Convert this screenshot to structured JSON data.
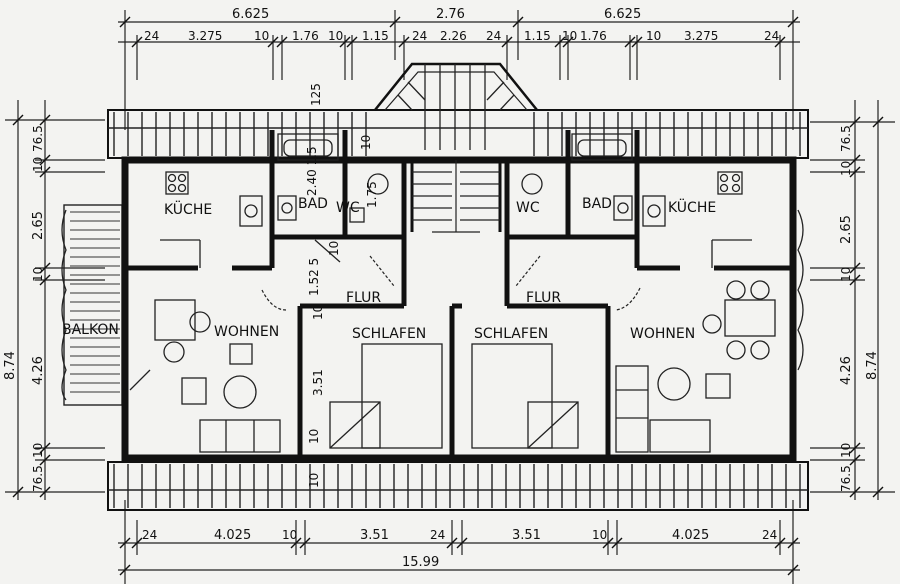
{
  "rooms": {
    "kueche_left": "KÜCHE",
    "bad_left": "BAD",
    "wc_left": "WC",
    "wc_right": "WC",
    "bad_right": "BAD",
    "kueche_right": "KÜCHE",
    "balkon": "BALKON",
    "wohnen_left": "WOHNEN",
    "flur_left": "FLUR",
    "flur_right": "FLUR",
    "schlafen_left": "SCHLAFEN",
    "schlafen_right": "SCHLAFEN",
    "wohnen_right": "WOHNEN"
  },
  "dims_top": {
    "row1": [
      "6.625",
      "2.76",
      "6.625"
    ],
    "row2": [
      "24",
      "3.275",
      "10",
      "1.76",
      "10",
      "1.15",
      "24",
      "2.26",
      "24",
      "1.15",
      "10",
      "1.76",
      "10",
      "3.275",
      "24"
    ]
  },
  "dims_bottom": {
    "row1": [
      "24",
      "4.025",
      "10",
      "3.51",
      "24",
      "3.51",
      "10",
      "4.025",
      "24"
    ],
    "total": "15.99"
  },
  "dims_left": {
    "total": "8.74",
    "segments": [
      "76.5",
      "10",
      "2.65",
      "10",
      "4.26",
      "10",
      "76.5"
    ]
  },
  "dims_right": {
    "total": "8.74",
    "segments": [
      "76.5",
      "10",
      "2.65",
      "10",
      "4.26",
      "10",
      "76.5"
    ]
  },
  "dims_inner": {
    "dormer": "125",
    "bad_height": "2.40 1.5",
    "wc_height": "1.75",
    "flur_height": "1.52 5",
    "ten_a": "10",
    "ten_b": "10",
    "schlafen_height": "3.51",
    "ten_c": "10",
    "ten_d": "10",
    "ten_e": "10"
  }
}
